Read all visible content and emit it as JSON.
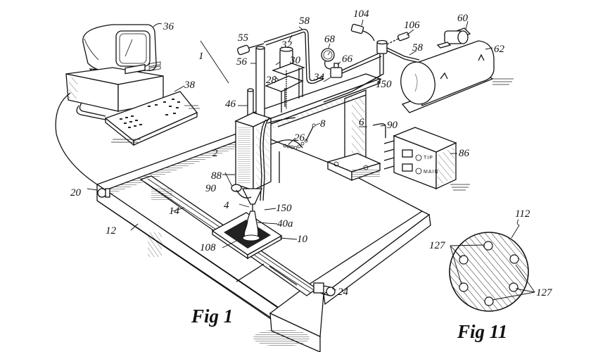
{
  "document": {
    "type": "patent drawing",
    "figures": [
      {
        "id": "fig1",
        "label": "Fig 1"
      },
      {
        "id": "fig11",
        "label": "Fig 11"
      }
    ]
  },
  "fig1": {
    "reference_numerals": {
      "apparatus": "1",
      "dispensing_head": "2",
      "nozzle": "4",
      "support_post": "6",
      "support_arm": "8",
      "substrate_plate": "10",
      "base_rail_front": "12",
      "guide_rail": "14",
      "motor_left": "20",
      "motor_right": "24",
      "cable": "26",
      "bracket": "28",
      "bracket_arm": "30",
      "motor_top": "32",
      "valve_line": "34",
      "computer_monitor": "36",
      "keyboard": "38",
      "article": "40a",
      "vertical_rod": "46",
      "regulator": "55",
      "cylinder": "56",
      "air_line": "58",
      "air_line_2": "58",
      "compressor_motor": "60",
      "air_tank": "62",
      "valve": "66",
      "pressure_gauge": "68",
      "control_box": "86",
      "heater_ring": "88",
      "heater_wire": "90",
      "controller_104": "104",
      "controller_106": "106",
      "base_layer": "108",
      "supply_line": "150"
    },
    "control_panel": {
      "tip_label": "TIP",
      "main_label": "MAIN"
    }
  },
  "fig11": {
    "reference_numerals": {
      "disk": "112",
      "holes_left": "127",
      "holes_right": "127"
    }
  }
}
